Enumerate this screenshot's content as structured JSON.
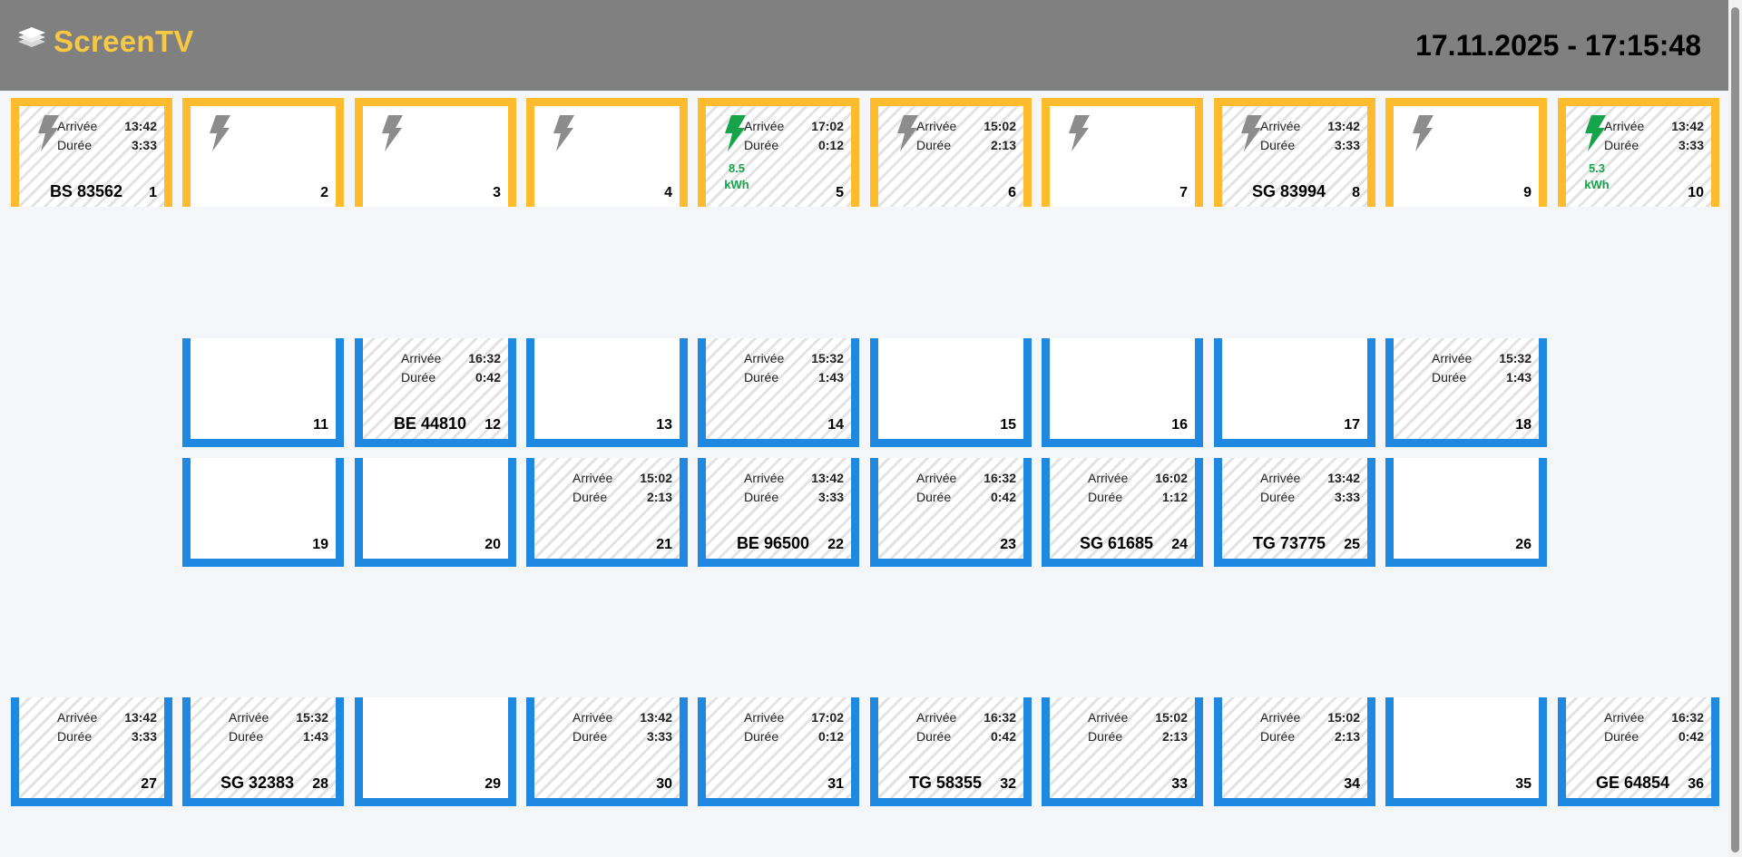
{
  "header": {
    "app_name": "ScreenTV",
    "datetime": "17.11.2025 - 17:15:48",
    "logo_icon": "layers-icon",
    "logo_color": "#f6c843",
    "background": "#808080"
  },
  "labels": {
    "arrival": "Arrivée",
    "duration": "Durée"
  },
  "colors": {
    "charging_border": "#fdbb2d",
    "standard_border": "#1f88e0",
    "charging_active": "#16a34a",
    "charging_idle": "#8c8c8c"
  },
  "spots": [
    {
      "number": "1",
      "type": "charging",
      "charge_status": "idle",
      "arrival": "13:42",
      "duration": "3:33",
      "plate": "BS 83562"
    },
    {
      "number": "2",
      "type": "charging",
      "charge_status": "idle"
    },
    {
      "number": "3",
      "type": "charging",
      "charge_status": "idle"
    },
    {
      "number": "4",
      "type": "charging",
      "charge_status": "idle"
    },
    {
      "number": "5",
      "type": "charging",
      "charge_status": "active",
      "kwh": "8.5",
      "kwh_unit": "kWh",
      "arrival": "17:02",
      "duration": "0:12"
    },
    {
      "number": "6",
      "type": "charging",
      "charge_status": "idle",
      "arrival": "15:02",
      "duration": "2:13"
    },
    {
      "number": "7",
      "type": "charging",
      "charge_status": "idle"
    },
    {
      "number": "8",
      "type": "charging",
      "charge_status": "idle",
      "arrival": "13:42",
      "duration": "3:33",
      "plate": "SG 83994"
    },
    {
      "number": "9",
      "type": "charging",
      "charge_status": "idle"
    },
    {
      "number": "10",
      "type": "charging",
      "charge_status": "active",
      "kwh": "5.3",
      "kwh_unit": "kWh",
      "arrival": "13:42",
      "duration": "3:33"
    },
    {
      "number": "11",
      "type": "standard"
    },
    {
      "number": "12",
      "type": "standard",
      "arrival": "16:32",
      "duration": "0:42",
      "plate": "BE 44810"
    },
    {
      "number": "13",
      "type": "standard"
    },
    {
      "number": "14",
      "type": "standard",
      "arrival": "15:32",
      "duration": "1:43"
    },
    {
      "number": "15",
      "type": "standard"
    },
    {
      "number": "16",
      "type": "standard"
    },
    {
      "number": "17",
      "type": "standard"
    },
    {
      "number": "18",
      "type": "standard",
      "arrival": "15:32",
      "duration": "1:43"
    },
    {
      "number": "19",
      "type": "standard"
    },
    {
      "number": "20",
      "type": "standard"
    },
    {
      "number": "21",
      "type": "standard",
      "arrival": "15:02",
      "duration": "2:13"
    },
    {
      "number": "22",
      "type": "standard",
      "arrival": "13:42",
      "duration": "3:33",
      "plate": "BE 96500"
    },
    {
      "number": "23",
      "type": "standard",
      "arrival": "16:32",
      "duration": "0:42"
    },
    {
      "number": "24",
      "type": "standard",
      "arrival": "16:02",
      "duration": "1:12",
      "plate": "SG 61685"
    },
    {
      "number": "25",
      "type": "standard",
      "arrival": "13:42",
      "duration": "3:33",
      "plate": "TG 73775"
    },
    {
      "number": "26",
      "type": "standard"
    },
    {
      "number": "27",
      "type": "standard",
      "arrival": "13:42",
      "duration": "3:33"
    },
    {
      "number": "28",
      "type": "standard",
      "arrival": "15:32",
      "duration": "1:43",
      "plate": "SG 32383"
    },
    {
      "number": "29",
      "type": "standard"
    },
    {
      "number": "30",
      "type": "standard",
      "arrival": "13:42",
      "duration": "3:33"
    },
    {
      "number": "31",
      "type": "standard",
      "arrival": "17:02",
      "duration": "0:12"
    },
    {
      "number": "32",
      "type": "standard",
      "arrival": "16:32",
      "duration": "0:42",
      "plate": "TG 58355"
    },
    {
      "number": "33",
      "type": "standard",
      "arrival": "15:02",
      "duration": "2:13"
    },
    {
      "number": "34",
      "type": "standard",
      "arrival": "15:02",
      "duration": "2:13"
    },
    {
      "number": "35",
      "type": "standard"
    },
    {
      "number": "36",
      "type": "standard",
      "arrival": "16:32",
      "duration": "0:42",
      "plate": "GE 64854"
    }
  ]
}
